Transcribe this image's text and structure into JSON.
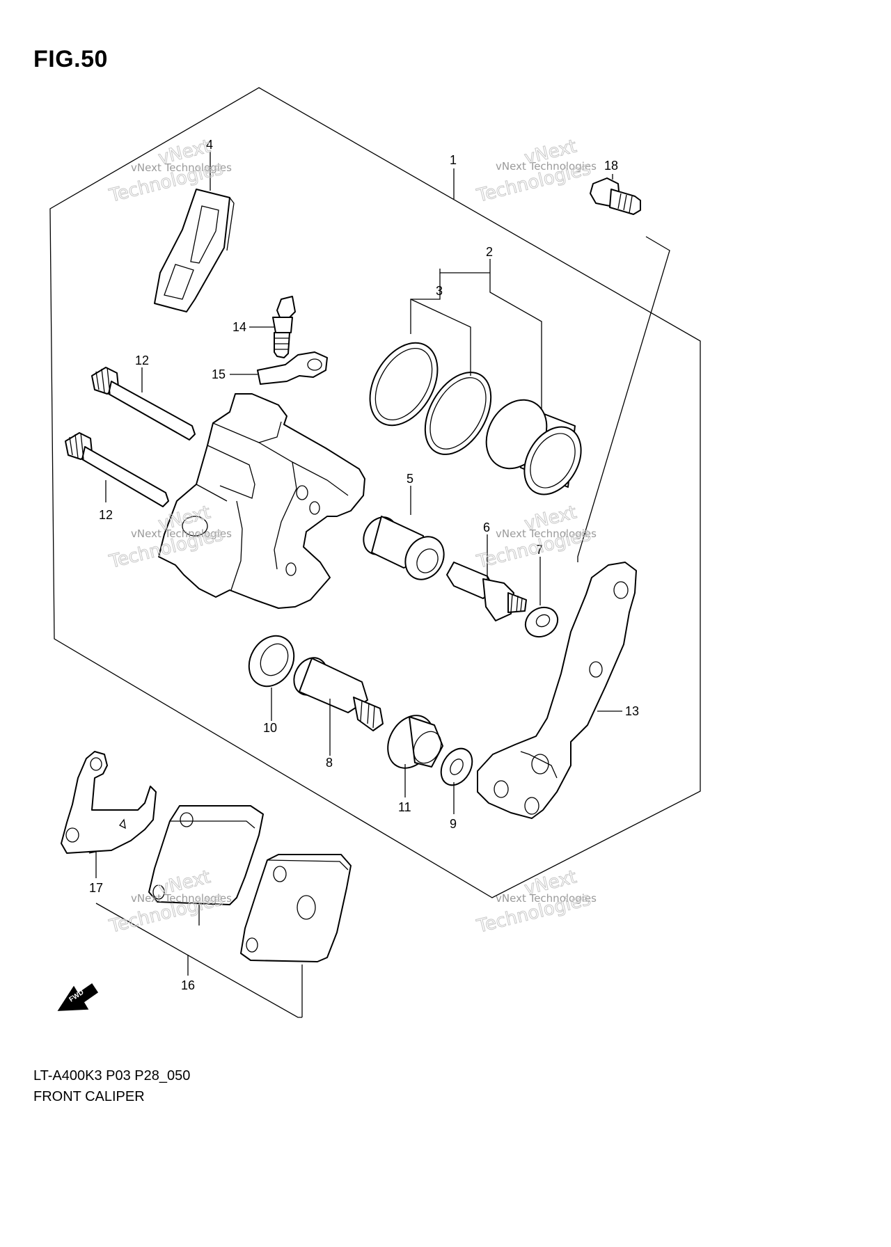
{
  "figure": {
    "title": "FIG.50",
    "code": "LT-A400K3 P03 P28_050",
    "caption": "FRONT CALIPER"
  },
  "callouts": [
    "1",
    "2",
    "3",
    "4",
    "5",
    "6",
    "7",
    "8",
    "9",
    "10",
    "11",
    "12",
    "12",
    "13",
    "14",
    "15",
    "16",
    "17",
    "18"
  ],
  "watermark": {
    "line1": "vNext Technologies",
    "line2": "Technologies",
    "line3": "vNext"
  },
  "fwd_label": "FWD"
}
